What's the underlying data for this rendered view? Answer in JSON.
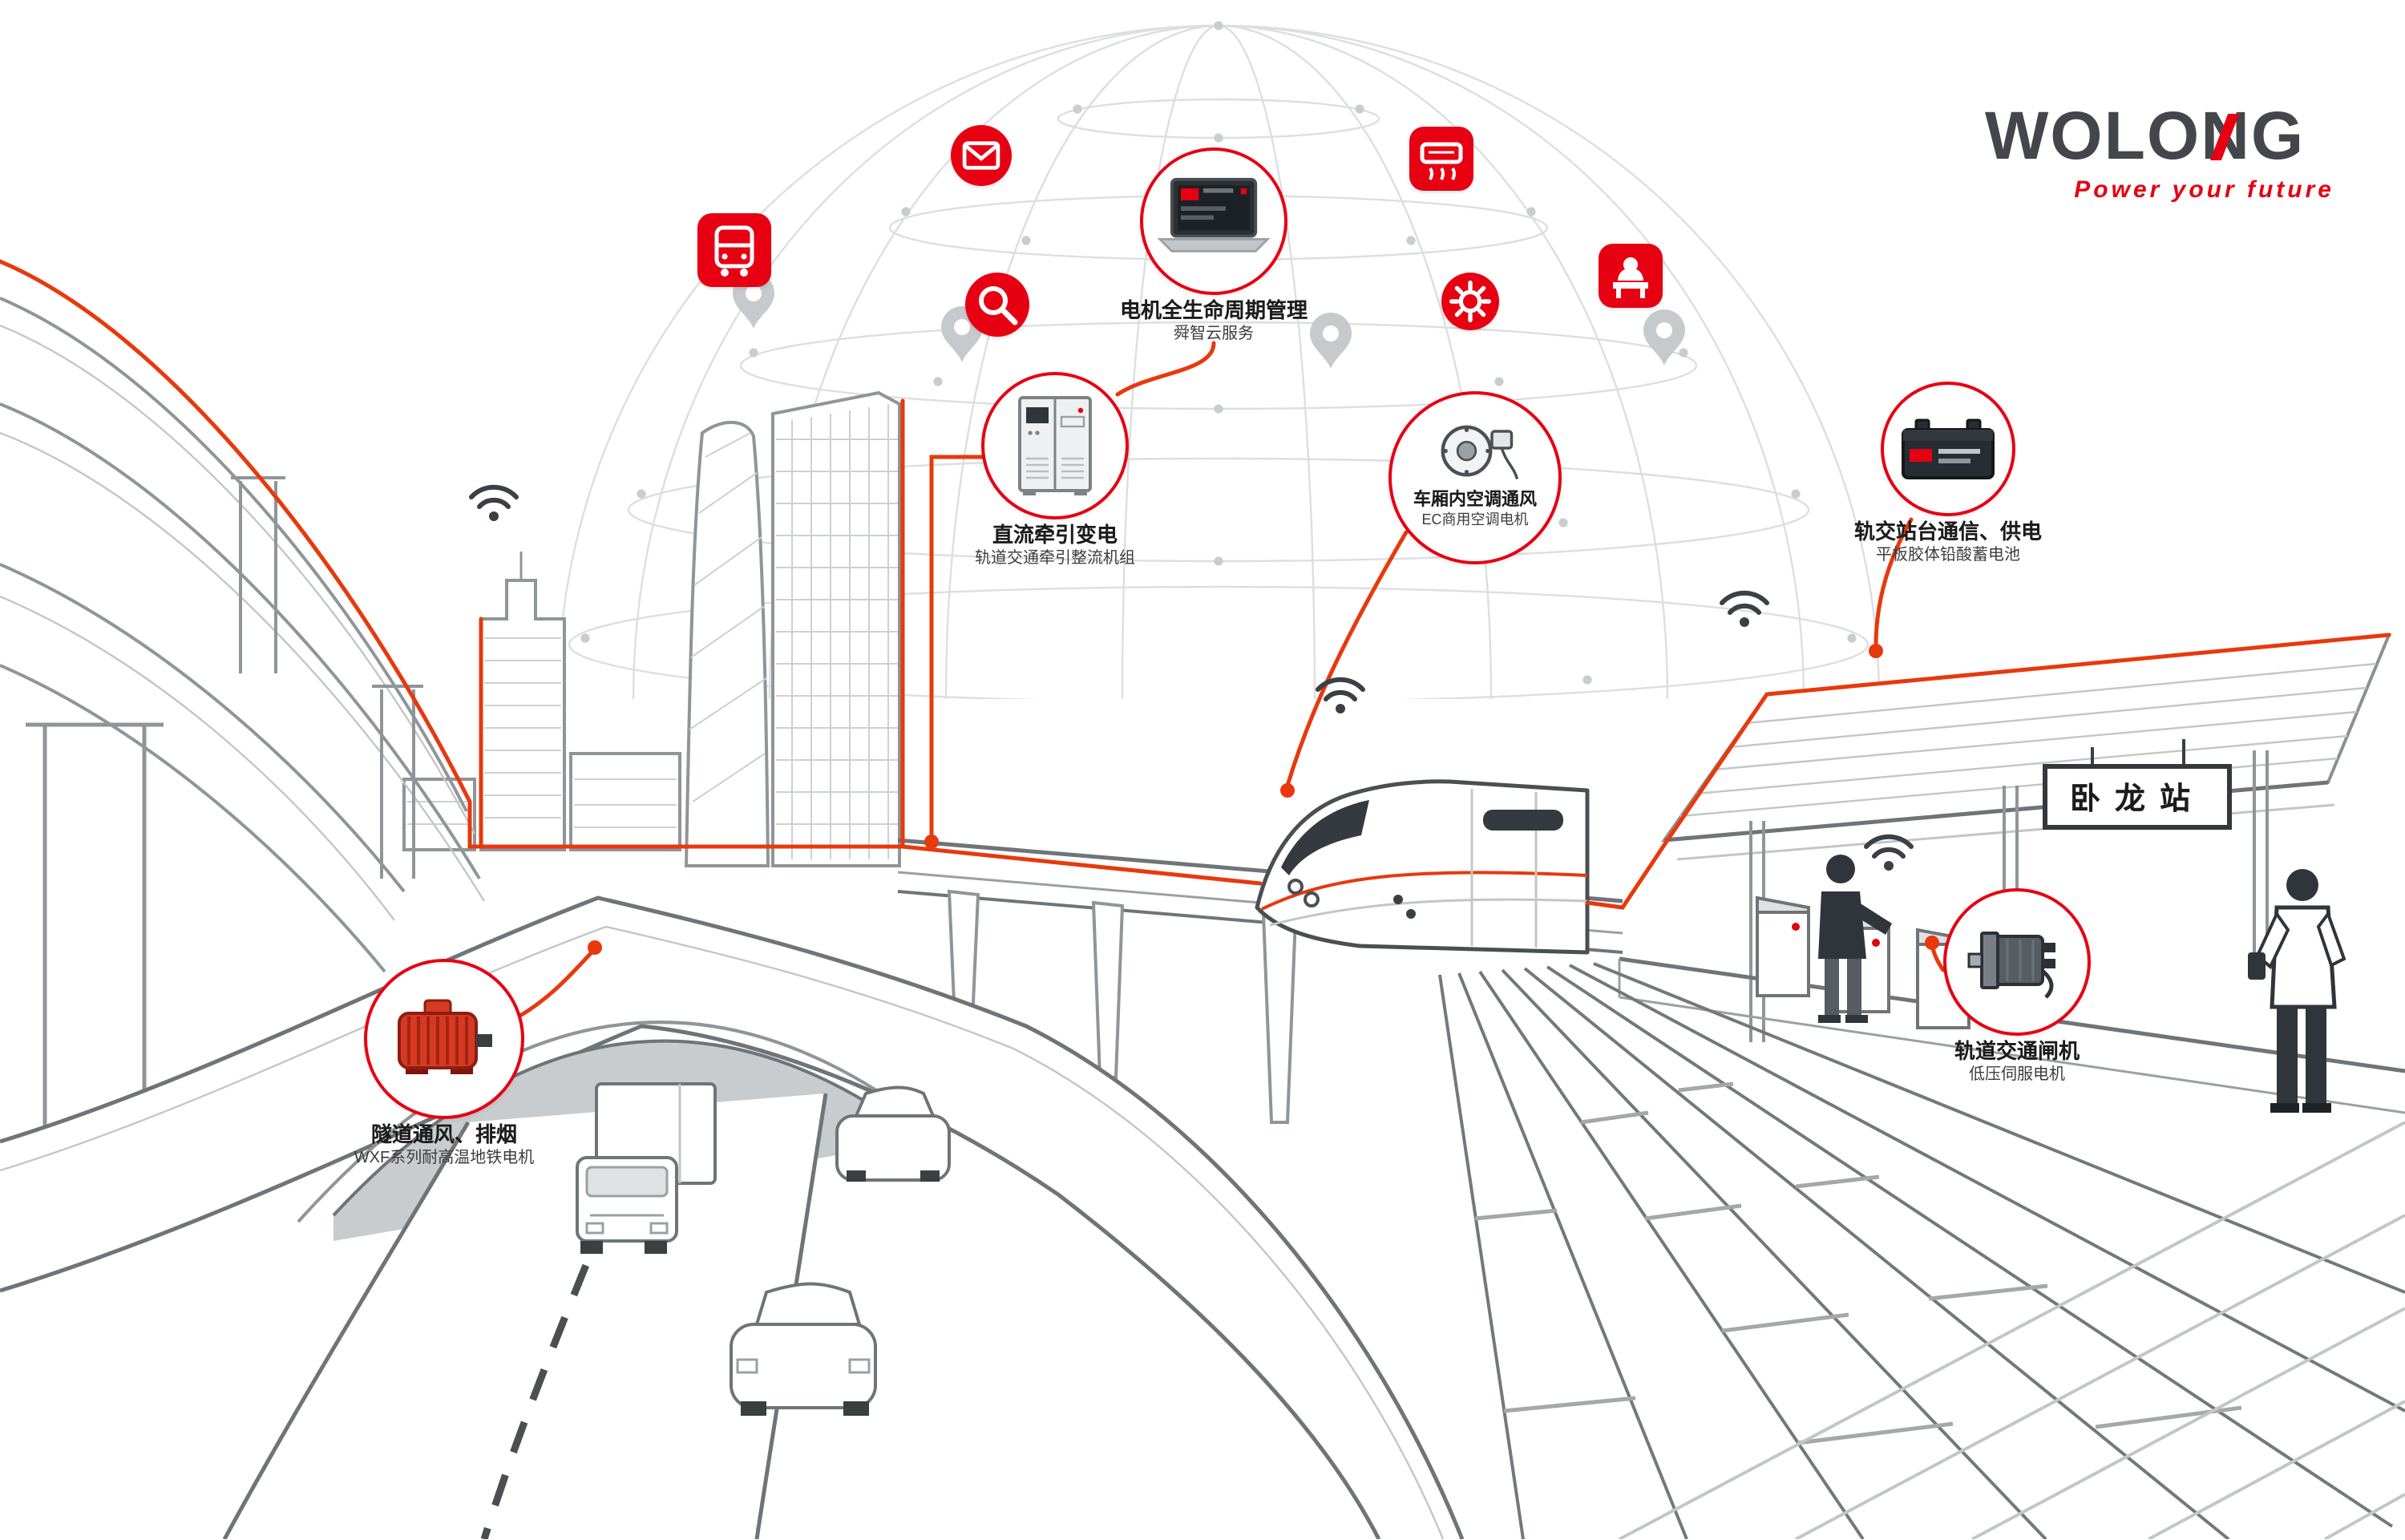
{
  "brand": {
    "logo": "WOLONG",
    "tagline": "Power your future"
  },
  "colors": {
    "accent_red": "#e60012",
    "route_red": "#e8380d",
    "ink": "#43474b",
    "line_gray": "#8f9598"
  },
  "station": {
    "sign": "卧龙站"
  },
  "cloud": {
    "icons": [
      {
        "name": "tram-bus"
      },
      {
        "name": "mail"
      },
      {
        "name": "search"
      },
      {
        "name": "air-conditioner"
      },
      {
        "name": "gear"
      },
      {
        "name": "service-desk"
      }
    ]
  },
  "callouts": {
    "lifecycle": {
      "title": "电机全生命周期管理",
      "subtitle": "舜智云服务"
    },
    "traction": {
      "title": "直流牵引变电",
      "subtitle": "轨道交通牵引整流机组"
    },
    "hvac": {
      "title": "车厢内空调通风",
      "subtitle": "EC商用空调电机"
    },
    "battery": {
      "title": "轨交站台通信、供电",
      "subtitle": "平板胶体铅酸蓄电池"
    },
    "tunnel": {
      "title": "隧道通风、排烟",
      "subtitle": "WXF系列耐高温地铁电机"
    },
    "gate": {
      "title": "轨道交通闸机",
      "subtitle": "低压伺服电机"
    }
  }
}
